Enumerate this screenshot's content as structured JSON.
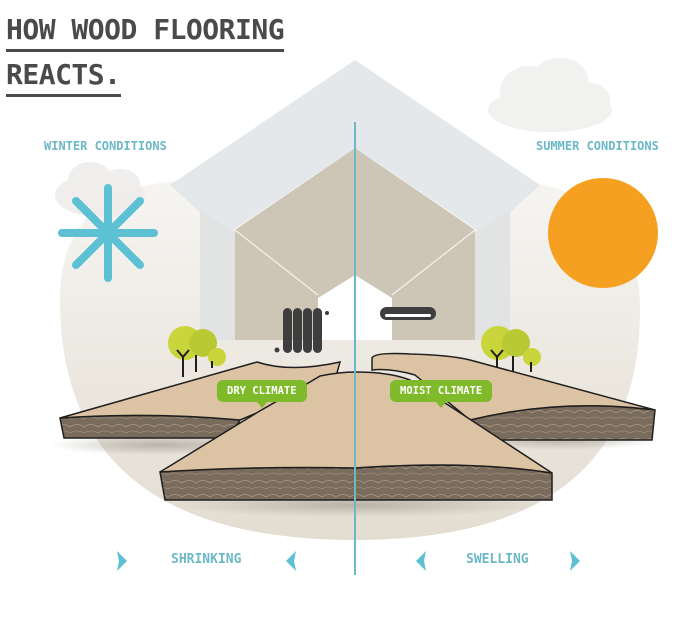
{
  "title": {
    "line1": "HOW WOOD FLOORING",
    "line2": "REACTS."
  },
  "winter": {
    "heading": "WINTER CONDITIONS",
    "icon": "snowflake-icon",
    "appliance": "radiator-icon",
    "climate_label": "DRY CLIMATE",
    "effect": "SHRINKING"
  },
  "summer": {
    "heading": "SUMMER CONDITIONS",
    "icon": "sun-icon",
    "appliance": "air-conditioner-icon",
    "climate_label": "MOIST CLIMATE",
    "effect": "SWELLING"
  },
  "colors": {
    "accent_blue": "#6cb8c8",
    "green": "#7fba2a",
    "sun": "#f5a020",
    "wood_top": "#dcc3a4",
    "wood_side": "#7a6c5c",
    "title_text": "#4a4a4a"
  }
}
